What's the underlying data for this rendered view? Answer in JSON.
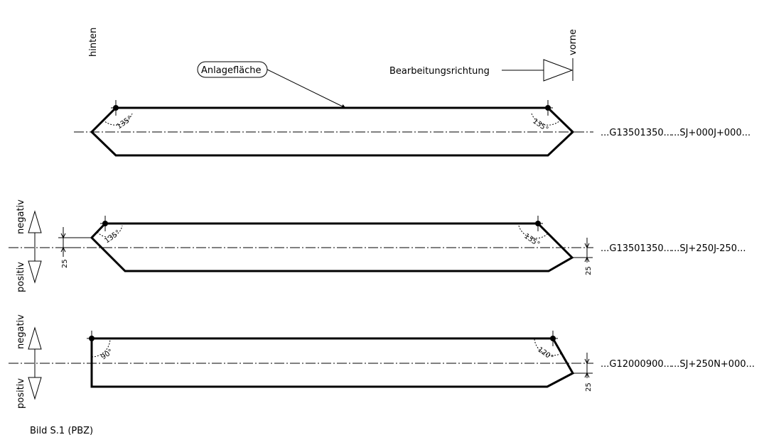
{
  "labels": {
    "rear": "hinten",
    "front": "vorne",
    "contact_surface": "Anlagefläche",
    "machining_direction": "Bearbeitungsrichtung",
    "caption": "Bild S.1 (PBZ)"
  },
  "rows": [
    {
      "code_g": "...G13501350...",
      "code_sj": "...SJ+000J+000...",
      "angle_left": "135°",
      "angle_right": "135°"
    },
    {
      "code_g": "...G13501350...",
      "code_sj": "...SJ+250J-250...",
      "angle_left": "135°",
      "angle_right": "135°",
      "offset_left": "25",
      "offset_right": "25",
      "dir_negative": "negativ",
      "dir_positive": "positiv"
    },
    {
      "code_g": "...G12000900...",
      "code_sj": "...SJ+250N+000...",
      "angle_left": "90°",
      "angle_right": "120°",
      "offset_right": "25",
      "dir_negative": "negativ",
      "dir_positive": "positiv"
    }
  ]
}
